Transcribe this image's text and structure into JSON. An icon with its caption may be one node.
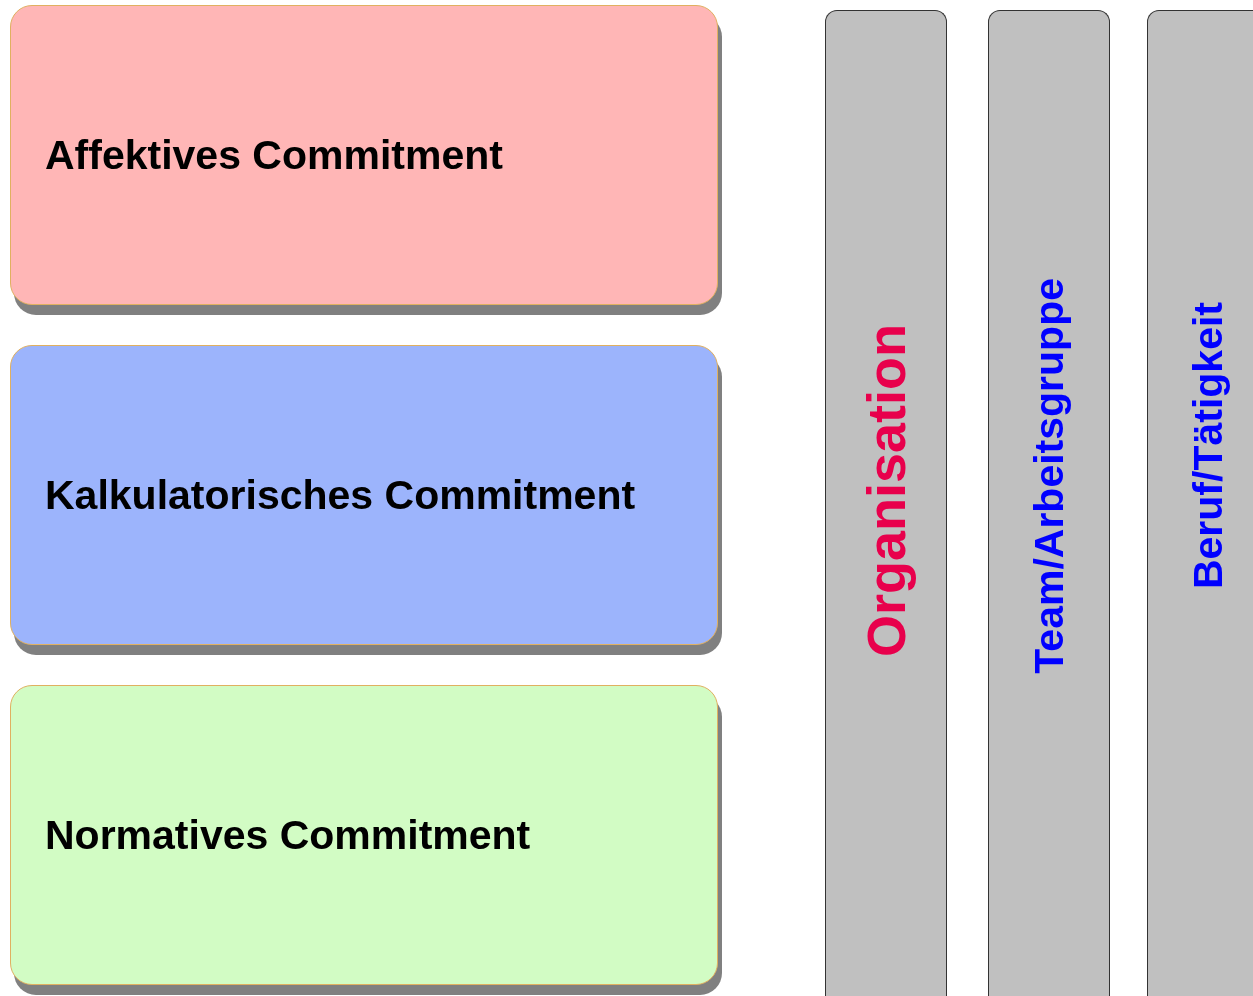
{
  "diagram": {
    "nodes": [
      {
        "text": [
          "Affektives Commitment"
        ]
      },
      {
        "text": [
          "Kalkulatorisches Commitment"
        ]
      },
      {
        "text": [
          "Normatives Commitment"
        ]
      },
      {
        "text": [
          "Organisation"
        ]
      },
      {
        "text": [
          "Team/Arbeitsgruppe"
        ]
      },
      {
        "text": [
          "Beruf/Tätigkeit"
        ]
      }
    ]
  }
}
